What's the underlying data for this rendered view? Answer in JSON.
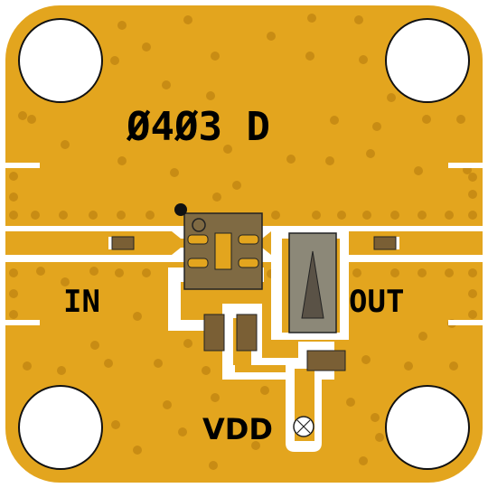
{
  "board": {
    "part_label": "Ø4Ø3 D",
    "pins": {
      "input": "IN",
      "output": "OUT",
      "supply": "VDD"
    }
  },
  "colors": {
    "substrate": "#e3a51e",
    "via": "#c88c14",
    "trace": "#ffffff",
    "chip_body": "#7f6a43",
    "smd_part": "#7a5f35",
    "capacitor": "#8c8878",
    "outline": "#222222"
  },
  "icons": [
    "mounting-hole",
    "pin1-marker-dot",
    "ground-via",
    "probe-pad"
  ]
}
